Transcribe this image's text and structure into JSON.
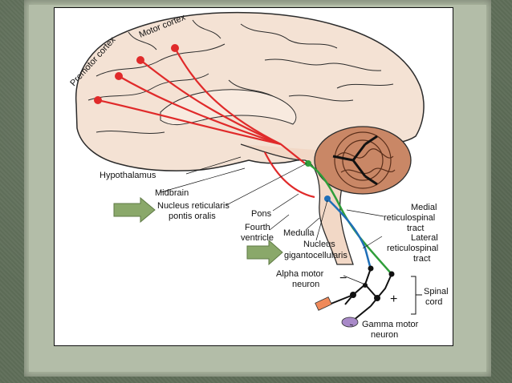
{
  "labels": {
    "motor_cortex": "Motor cortex",
    "premotor_cortex": "Premotor cortex",
    "hypothalamus": "Hypothalamus",
    "midbrain": "Midbrain",
    "nrpo_1": "Nucleus reticularis",
    "nrpo_2": "pontis oralis",
    "pons": "Pons",
    "fourth_1": "Fourth",
    "fourth_2": "ventricle",
    "medulla": "Medulla",
    "ngc_1": "Nucleus",
    "ngc_2": "gigantocellularis",
    "medial_1": "Medial",
    "medial_2": "reticulospinal",
    "medial_3": "tract",
    "lateral_1": "Lateral",
    "lateral_2": "reticulospinal",
    "lateral_3": "tract",
    "alpha_1": "Alpha motor",
    "alpha_2": "neuron",
    "spinal_1": "Spinal",
    "spinal_2": "cord",
    "gamma_1": "Gamma motor",
    "gamma_2": "neuron",
    "minus": "−",
    "plus": "+"
  },
  "colors": {
    "cortical_tract": "#e02a2a",
    "medial_tract": "#2f9e3a",
    "lateral_tract": "#1f6fb8",
    "arrow": "#8aa86a",
    "brain_fill": "#f3dccc",
    "cerebellum": "#c98766"
  }
}
